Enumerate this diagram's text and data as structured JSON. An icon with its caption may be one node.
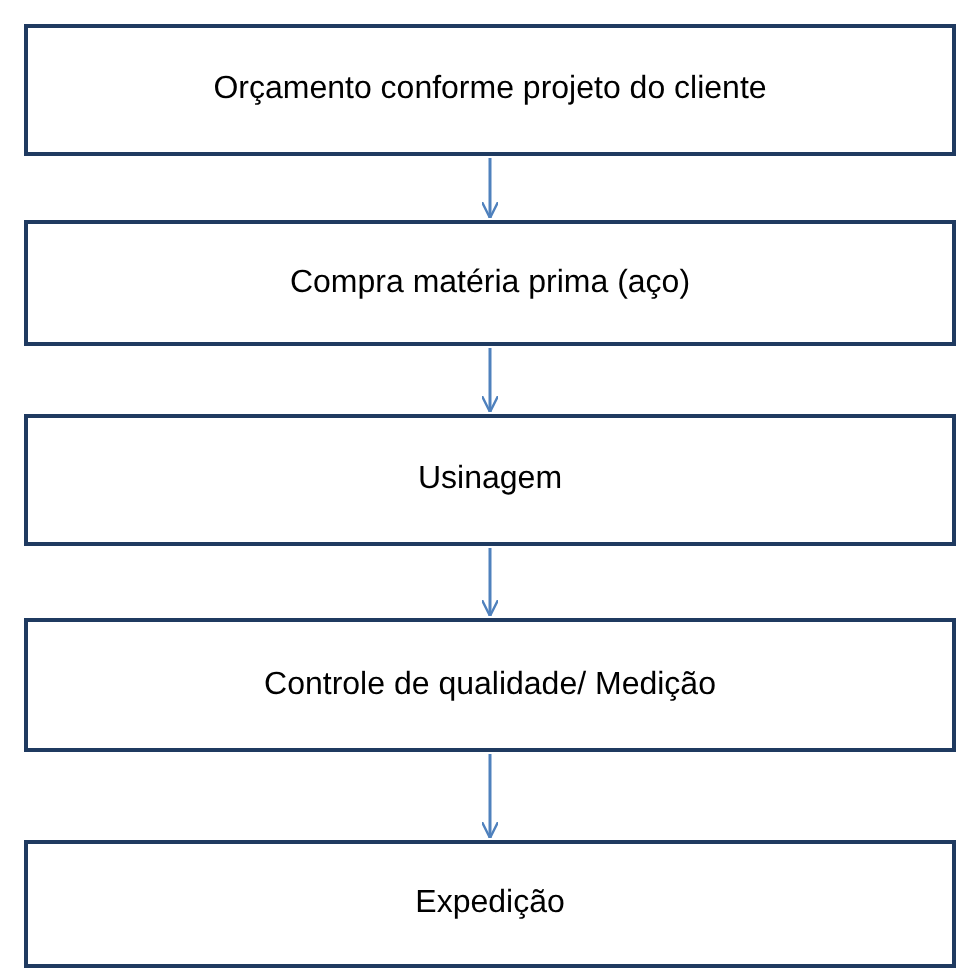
{
  "diagram": {
    "nodes": [
      {
        "text": [
          "Orçamento conforme projeto do cliente"
        ]
      },
      {
        "text": [
          "Compra matéria prima (aço)"
        ]
      },
      {
        "text": [
          "Usinagem"
        ]
      },
      {
        "text": [
          "Controle de qualidade/ Medição"
        ]
      },
      {
        "text": [
          "Expedição"
        ]
      }
    ],
    "edges": [
      {
        "from": 0,
        "to": 1,
        "arrow": "to"
      },
      {
        "from": 1,
        "to": 2,
        "arrow": "to"
      },
      {
        "from": 2,
        "to": 3,
        "arrow": "to"
      },
      {
        "from": 3,
        "to": 4,
        "arrow": "to"
      }
    ]
  }
}
